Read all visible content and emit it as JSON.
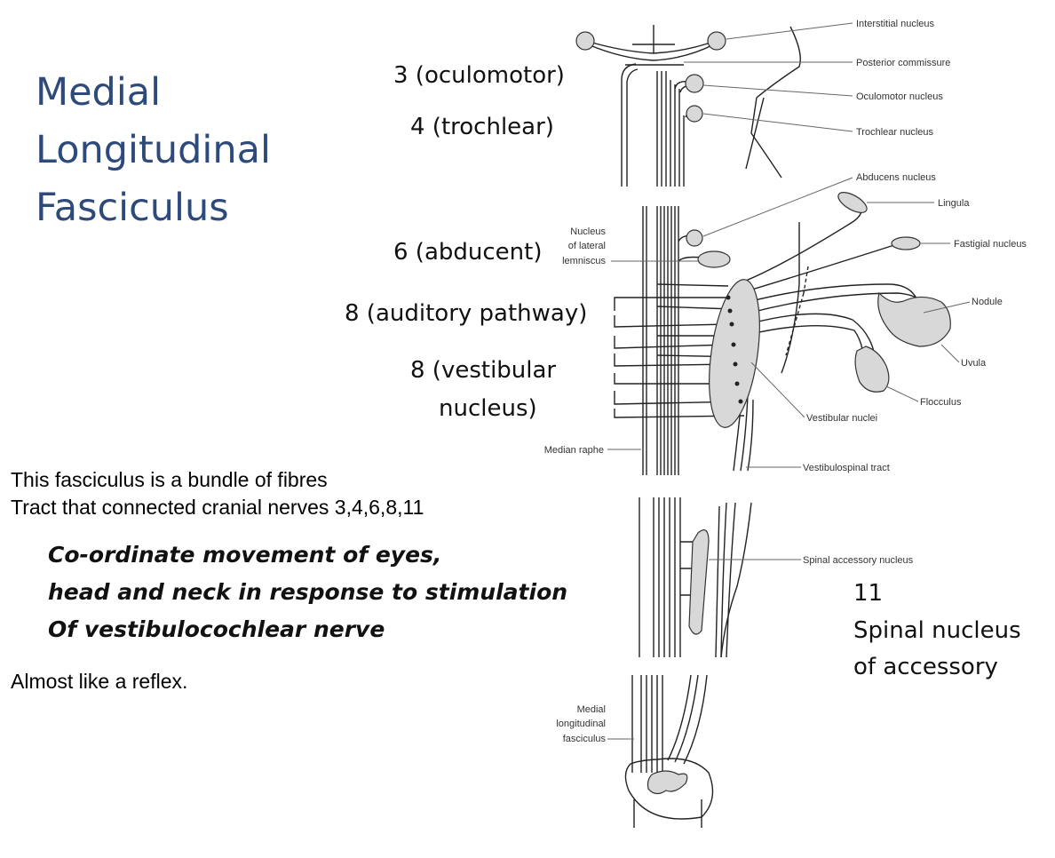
{
  "title": {
    "lines": [
      "Medial",
      "Longitudinal",
      "Fasciculus"
    ]
  },
  "overlay_labels": {
    "oculomotor": "3 (oculomotor)",
    "trochlear": "4 (trochlear)",
    "abducent": "6 (abducent)",
    "auditory": "8 (auditory pathway)",
    "vestibular_1": "8 (vestibular",
    "vestibular_2": "nucleus)",
    "accessory_num": "11",
    "accessory_1": "Spinal nucleus",
    "accessory_2": "of accessory"
  },
  "body_text": {
    "line1": "This fasciculus is a bundle of fibres",
    "line2": "Tract that connected cranial nerves 3,4,6,8,11",
    "emphasis": [
      "Co-ordinate movement of eyes,",
      "head and neck in response to stimulation",
      "Of vestibulocochlear nerve"
    ],
    "note": "Almost like a reflex."
  },
  "diagram_labels": {
    "interstitial": "Interstitial nucleus",
    "posterior_commissure": "Posterior commissure",
    "oculomotor_nucleus": "Oculomotor nucleus",
    "trochlear_nucleus": "Trochlear nucleus",
    "abducens_nucleus": "Abducens nucleus",
    "lingula": "Lingula",
    "fastigial": "Fastigial nucleus",
    "nucleus_lat_lem_1": "Nucleus",
    "nucleus_lat_lem_2": "of lateral",
    "nucleus_lat_lem_3": "lemniscus",
    "nodule": "Nodule",
    "uvula": "Uvula",
    "flocculus": "Flocculus",
    "vestibular_nuclei": "Vestibular nuclei",
    "median_raphe": "Median raphe",
    "vestibulospinal": "Vestibulospinal tract",
    "spinal_accessory": "Spinal accessory nucleus",
    "mlf_1": "Medial",
    "mlf_2": "longitudinal",
    "mlf_3": "fasciculus"
  },
  "colors": {
    "title": "#2e4a7a",
    "text": "#111111",
    "line": "#222222",
    "stipple": "#d8d8d8"
  }
}
